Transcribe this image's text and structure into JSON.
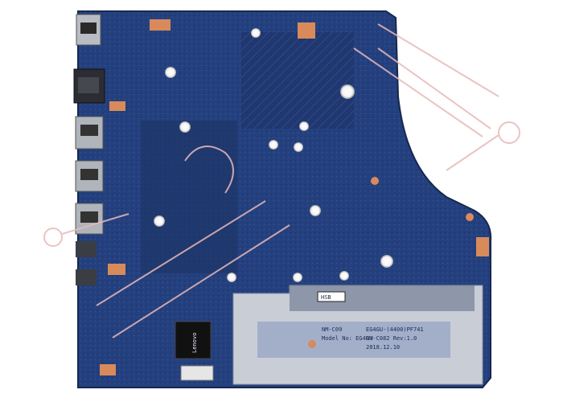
{
  "image": {
    "subject": "laptop motherboard",
    "board_color": "#243b78",
    "shield_color": "#c9ced6",
    "pad_color": "#d98a5a",
    "watermark_color": "#e7b9b9"
  },
  "labels": {
    "chip_brand": "Lenovo",
    "heatsink_tag": "HSB",
    "sticker_model": "NM-C09",
    "sticker_line1": "EG4GU-(4400)PF741",
    "sticker_line2": "NM-C082 Rev:1.0",
    "sticker_line3": "Model No: EG4GU",
    "sticker_date": "2018.12.10"
  }
}
